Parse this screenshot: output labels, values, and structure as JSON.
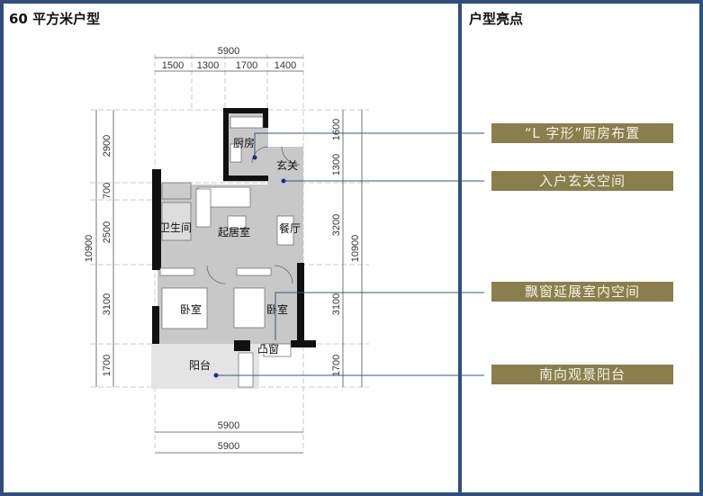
{
  "left_panel": {
    "title": "60 平方米户型"
  },
  "right_panel": {
    "title": "户型亮点"
  },
  "dimensions": {
    "top_total": "5900",
    "top_segments": [
      "1500",
      "1300",
      "1700",
      "1400"
    ],
    "left_total": "10900",
    "left_segments": [
      "2900",
      "700",
      "2500",
      "3100",
      "1700"
    ],
    "right_total": "10900",
    "right_segments": [
      "1600",
      "1300",
      "3200",
      "3100",
      "1700"
    ],
    "bottom_totals": [
      "5900",
      "5900"
    ]
  },
  "rooms": {
    "kitchen": "厨房",
    "entry": "玄关",
    "bathroom": "卫生间",
    "living": "起居室",
    "dining": "餐厅",
    "bedroom_1": "卧室",
    "bedroom_2": "卧室",
    "bay_window": "凸窗",
    "balcony": "阳台"
  },
  "highlights": [
    {
      "label": "“L 字形”厨房布置"
    },
    {
      "label": "入户玄关空间"
    },
    {
      "label": "飘窗延展室内空间"
    },
    {
      "label": "南向观景阳台"
    }
  ],
  "colors": {
    "border": "#2f4f7f",
    "tag_bg": "#8a7f4c",
    "tag_text": "#f4f1e4",
    "leader": "#3a5580"
  }
}
